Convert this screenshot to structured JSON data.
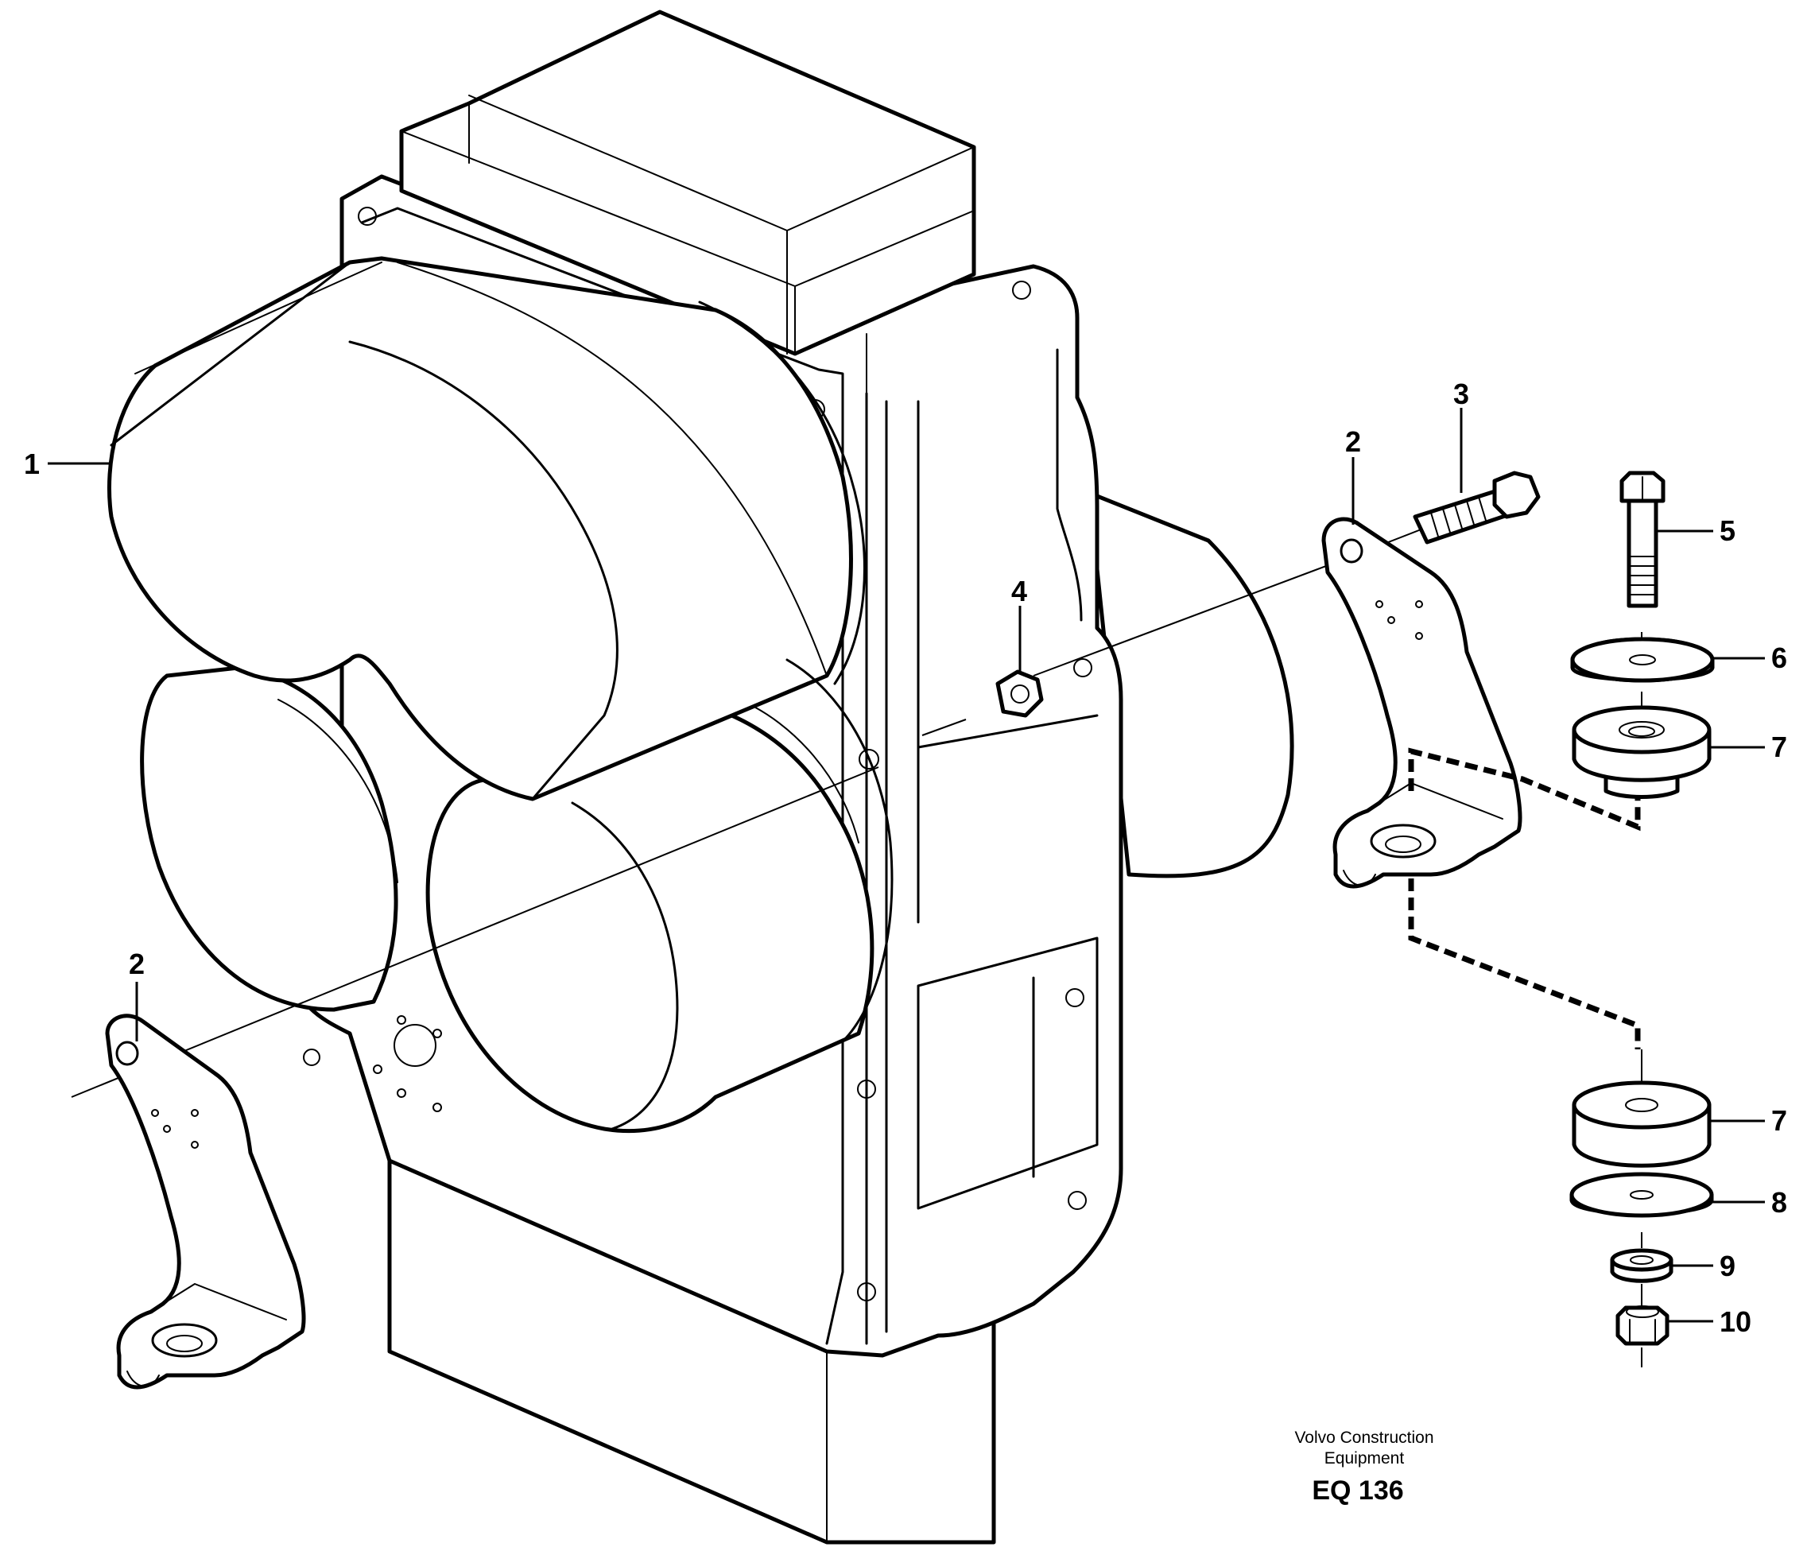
{
  "diagram": {
    "callouts": [
      {
        "id": "c1",
        "label": "1"
      },
      {
        "id": "c2a",
        "label": "2"
      },
      {
        "id": "c2b",
        "label": "2"
      },
      {
        "id": "c3",
        "label": "3"
      },
      {
        "id": "c4",
        "label": "4"
      },
      {
        "id": "c5",
        "label": "5"
      },
      {
        "id": "c6",
        "label": "6"
      },
      {
        "id": "c7a",
        "label": "7"
      },
      {
        "id": "c7b",
        "label": "7"
      },
      {
        "id": "c8",
        "label": "8"
      },
      {
        "id": "c9",
        "label": "9"
      },
      {
        "id": "c10",
        "label": "10"
      }
    ]
  },
  "footer": {
    "brand_line1": "Volvo Construction",
    "brand_line2": "Equipment",
    "code": "EQ 136"
  }
}
